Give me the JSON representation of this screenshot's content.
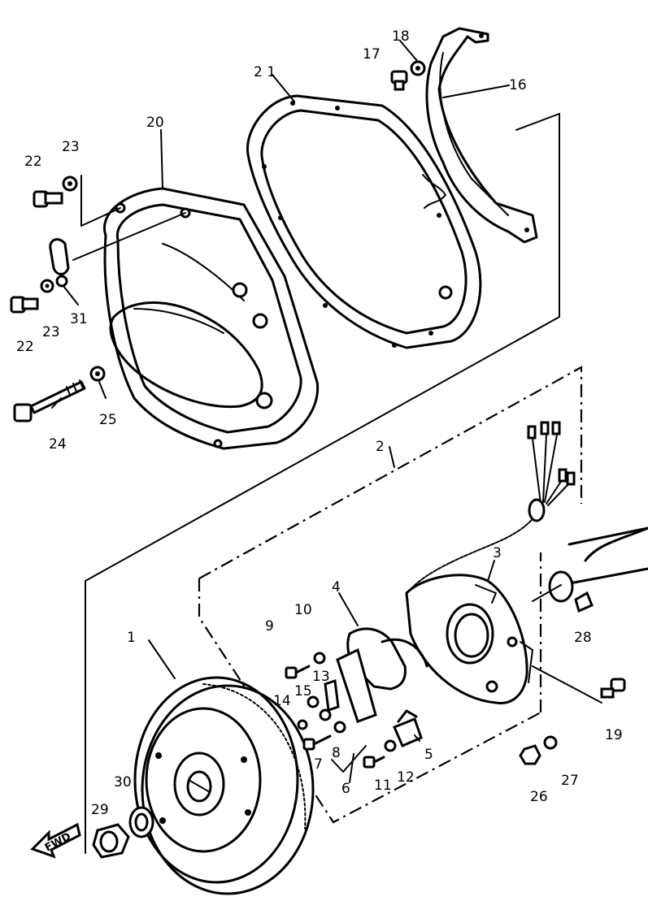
{
  "diagram": {
    "callouts": {
      "c1": "1",
      "c2": "2",
      "c3": "3",
      "c4": "4",
      "c5": "5",
      "c6": "6",
      "c7": "7",
      "c8": "8",
      "c9": "9",
      "c10": "10",
      "c11": "11",
      "c12": "12",
      "c13": "13",
      "c14": "14",
      "c15": "15",
      "c16": "16",
      "c17": "17",
      "c18": "18",
      "c19": "19",
      "c20": "20",
      "c21": "2 1",
      "c22a": "22",
      "c22b": "22",
      "c23a": "23",
      "c23b": "23",
      "c24": "24",
      "c25": "25",
      "c26": "26",
      "c27": "27",
      "c28": "28",
      "c29": "29",
      "c30": "30",
      "c31": "31"
    },
    "direction_label": "FWD"
  }
}
